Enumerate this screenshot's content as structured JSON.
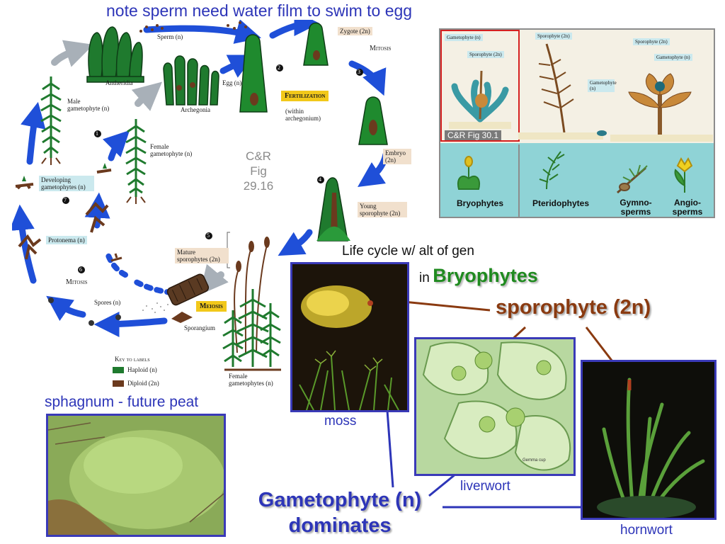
{
  "heading": "note sperm need water film to swim to egg",
  "lifecycle": {
    "figure_ref": [
      "C&R",
      "Fig",
      "29.16"
    ],
    "labels": {
      "sperm": "Sperm (n)",
      "antheridia": "Antheridia",
      "male_gametophyte": "Male gametophyte (n)",
      "egg": "Egg (n)",
      "archegonia": "Archegonia",
      "female_gametophyte_left": "Female gametophyte (n)",
      "developing_gametophytes": "Developing gametophytes (n)",
      "protonema": "Protonema (n)",
      "mitosis_left": "Mitosis",
      "spores": "Spores (n)",
      "sporangium": "Sporangium",
      "meiosis": "Meiosis",
      "mature_sporophytes": "Mature sporophytes (2n)",
      "female_gametophytes_bottom": "Female gametophytes (n)",
      "young_sporophyte": "Young sporophyte (2n)",
      "embryo": "Embryo (2n)",
      "zygote": "Zygote (2n)",
      "mitosis_top": "Mitosis",
      "fertilization": "Fertilization",
      "fertilization_note": "(within archegonium)",
      "key_title": "Key to labels",
      "key_haploid": "Haploid (n)",
      "key_diploid": "Diploid (2n)"
    },
    "step_numbers": [
      "1",
      "2",
      "3",
      "4",
      "5",
      "6",
      "7"
    ],
    "colors": {
      "haploid": "#1f7a2e",
      "diploid": "#6b3a1e",
      "arrow_blue": "#1f4fd8",
      "arrow_gray": "#a8b0b8"
    }
  },
  "comparison_panel": {
    "figure_ref": "C&R Fig 30.1",
    "top_tags": {
      "bryo_gametophyte": "Gametophyte (n)",
      "bryo_sporophyte": "Sporophyte (2n)",
      "fern_sporophyte": "Sporophyte (2n)",
      "fern_gametophyte": "Gametophyte (n)",
      "seed_sporophyte": "Sporophyte (2n)",
      "seed_gametophyte": "Gametophyte (n)"
    },
    "groups": [
      "Bryophytes",
      "Pteridophytes",
      "Gymno-\nsperms",
      "Angio-\nsperms"
    ],
    "colors": {
      "top_bg": "#f4f0e4",
      "bottom_bg": "#8fd3d6",
      "red_frame": "#d62020",
      "gray_frame": "#8c8c8c"
    }
  },
  "title": {
    "line1": "Life cycle w/ alt of gen",
    "prefix": "in",
    "highlight": "Bryophytes",
    "highlight_color": "#1f8a1f"
  },
  "sporophyte_label": "sporophyte (2n)",
  "gametophyte_label": {
    "line1": "Gametophyte (n)",
    "line2": "dominates"
  },
  "photos": {
    "sphagnum": "sphagnum - future peat",
    "moss": "moss",
    "liverwort": "liverwort",
    "hornwort": "hornwort",
    "liverwort_inset": "Gemma cup"
  }
}
